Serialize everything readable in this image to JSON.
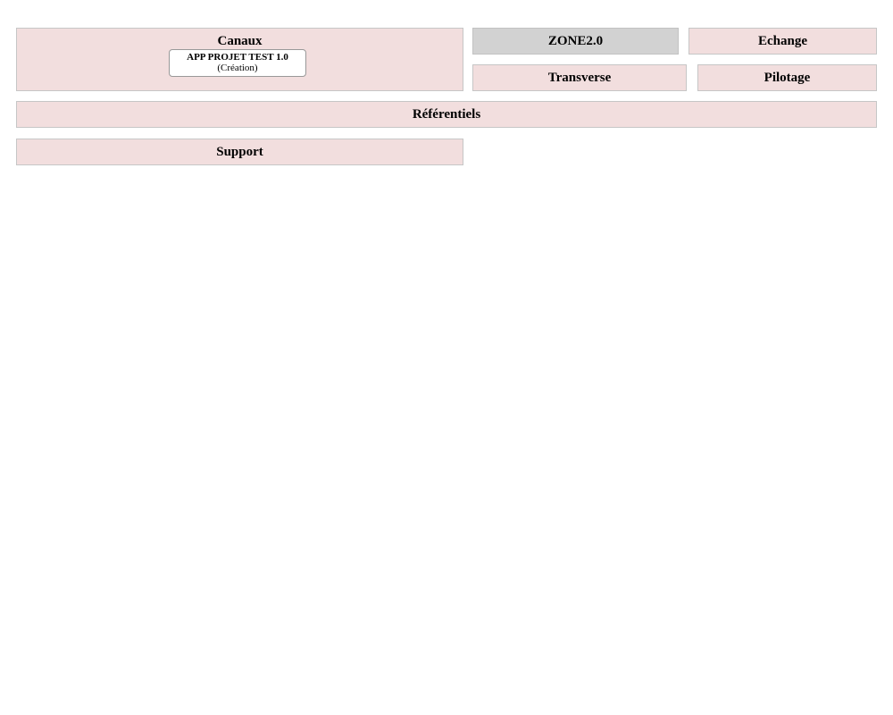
{
  "diagram": {
    "zones": {
      "canaux": {
        "label": "Canaux",
        "app_node": {
          "title": "APP PROJET TEST 1.0",
          "subtitle": "(Création)"
        }
      },
      "zone2": {
        "label": "ZONE2.0"
      },
      "echange": {
        "label": "Echange"
      },
      "transverse": {
        "label": "Transverse"
      },
      "pilotage": {
        "label": "Pilotage"
      },
      "referentiels": {
        "label": "Référentiels"
      },
      "support": {
        "label": "Support"
      }
    },
    "colors": {
      "zone_fill_pink": "#f2dede",
      "zone_fill_grey": "#d2d2d2",
      "zone_border": "#c6c6c6",
      "zone_border_grey": "#c2c2c2",
      "app_node_fill": "#ffffff",
      "app_node_border": "#999999",
      "text": "#000000"
    }
  }
}
